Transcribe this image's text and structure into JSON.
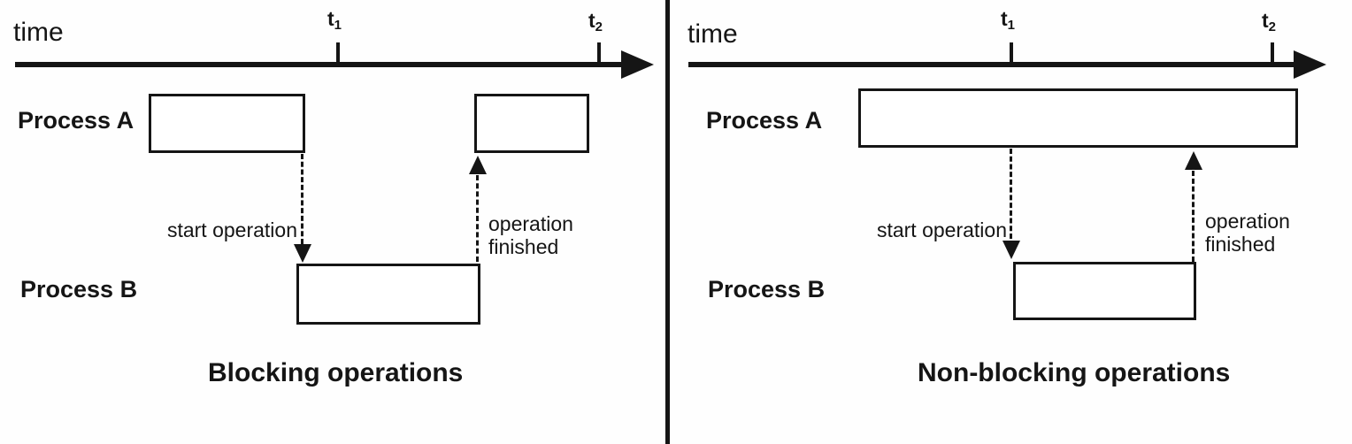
{
  "colors": {
    "ink": "#151515",
    "background": "#fefefe"
  },
  "panels": [
    {
      "id": "blocking",
      "time_label": "time",
      "t1": {
        "base": "t",
        "sub": "1"
      },
      "t2": {
        "base": "t",
        "sub": "2"
      },
      "process_a_label": "Process A",
      "process_b_label": "Process B",
      "start_operation_label": "start operation",
      "operation_finished_label": "operation\nfinished",
      "caption": "Blocking operations"
    },
    {
      "id": "non-blocking",
      "time_label": "time",
      "t1": {
        "base": "t",
        "sub": "1"
      },
      "t2": {
        "base": "t",
        "sub": "2"
      },
      "process_a_label": "Process A",
      "process_b_label": "Process B",
      "start_operation_label": "start operation",
      "operation_finished_label": "operation\nfinished",
      "caption": "Non-blocking operations"
    }
  ]
}
